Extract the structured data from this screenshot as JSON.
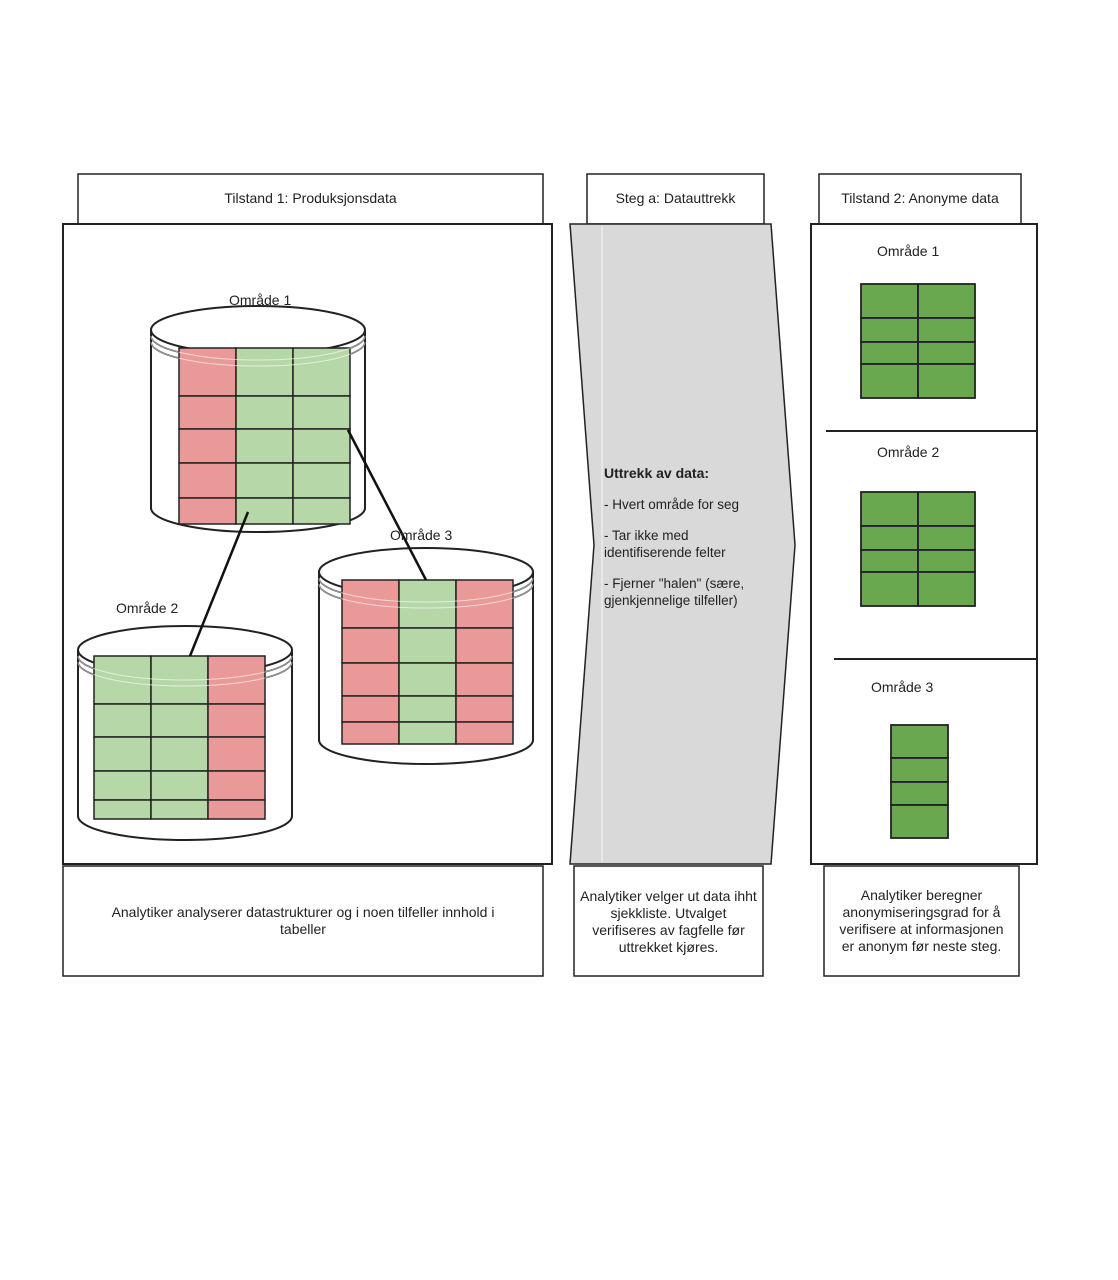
{
  "columns": [
    {
      "header": "Tilstand 1: Produksjonsdata",
      "caption": "Analytiker analyserer datastrukturer og i noen tilfeller innhold i tabeller",
      "areas": [
        "Område 1",
        "Område 2",
        "Område 3"
      ]
    },
    {
      "header": "Steg a: Datauttrekk",
      "caption": "Analytiker velger ut data ihht sjekkliste. Utvalget verifiseres av fagfelle før uttrekket kjøres.",
      "title": "Uttrekk av data:",
      "items": [
        "- Hvert område for seg",
        "- Tar ikke med identifiserende felter",
        "- Fjerner \"halen\" (sære, gjenkjennelige tilfeller)"
      ]
    },
    {
      "header": "Tilstand 2: Anonyme data",
      "caption": "Analytiker beregner anonymiseringsgrad for å verifisere at informasjonen er anonym før neste steg.",
      "areas": [
        "Område 1",
        "Område 2",
        "Område 3"
      ]
    }
  ],
  "colors": {
    "identifying": "#ea9999",
    "kept": "#b6d7a8",
    "anonymous": "#6aa84f",
    "arrow_fill": "#d9d9d9",
    "border": "#222222"
  }
}
